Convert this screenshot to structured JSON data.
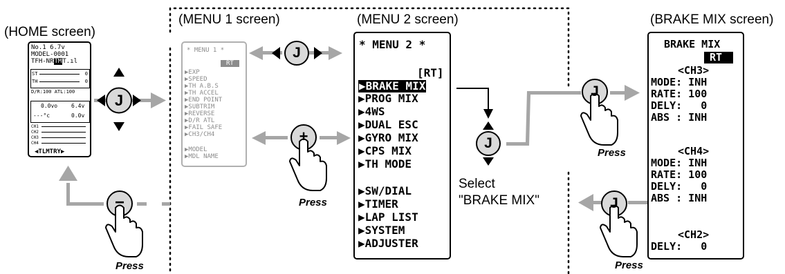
{
  "captions": {
    "home": "(HOME screen)",
    "menu1": "(MENU 1 screen)",
    "menu2": "(MENU 2 screen)",
    "brake": "(BRAKE MIX screen)"
  },
  "home": {
    "line1": "No.1  6.7v",
    "line2": "MODEL-0001",
    "line3a": "TFH-NR",
    "line3b": "TM",
    "line3c": "T.ıl",
    "st": "ST",
    "st_val": "0",
    "th": "TH",
    "th_val": "0",
    "dr": "D/R:100 ATL:100",
    "volt1": "0.0vo",
    "volt2": "6.4v",
    "temp": "---°c",
    "volt3": "0.0v",
    "ch1": "CH1",
    "ch2": "CH2",
    "ch3": "CH3",
    "ch4": "CH4",
    "footer": "TLMTRY"
  },
  "menu1": {
    "title": "* MENU 1 *",
    "rt": "RT",
    "items": [
      "▶EXP",
      "▶SPEED",
      "▶TH A.B.S",
      "▶TH ACCEL",
      "▶END POINT",
      "▶SUBTRIM",
      "▶REVERSE",
      "▶D/R ATL",
      "▶FAIL SAFE",
      "▶CH3/CH4"
    ],
    "items2": [
      "▶MODEL",
      "▶MDL NAME"
    ]
  },
  "menu2": {
    "title": "* MENU 2 *",
    "rt": "[RT]",
    "selected": "BRAKE MIX",
    "items": [
      "▶PROG MIX",
      "▶4WS",
      "▶DUAL ESC",
      "▶GYRO MIX",
      "▶CPS MIX",
      "▶TH MODE"
    ],
    "items2": [
      "▶SW/DIAL",
      "▶TIMER",
      "▶LAP LIST",
      "▶SYSTEM",
      "▶ADJUSTER"
    ]
  },
  "brake": {
    "title": "BRAKE MIX",
    "rt": "RT",
    "ch3_header": "<CH3>",
    "ch3_rows": [
      "MODE: INH",
      "RATE: 100",
      "DELY:   0",
      "ABS : INH"
    ],
    "ch4_header": "<CH4>",
    "ch4_rows": [
      "MODE: INH",
      "RATE: 100",
      "DELY:   0",
      "ABS : INH"
    ],
    "ch2_header": "<CH2>",
    "ch2_rows": [
      "DELY:   0"
    ]
  },
  "buttons": {
    "j": "J",
    "plus": "+",
    "minus": "−"
  },
  "labels": {
    "press": "Press",
    "select_line1": "Select",
    "select_line2": "\"BRAKE MIX\""
  },
  "colors": {
    "arrow_gray": "#a6a6a6",
    "button_fill": "#d9d9d9",
    "lcd_border": "#000000"
  }
}
